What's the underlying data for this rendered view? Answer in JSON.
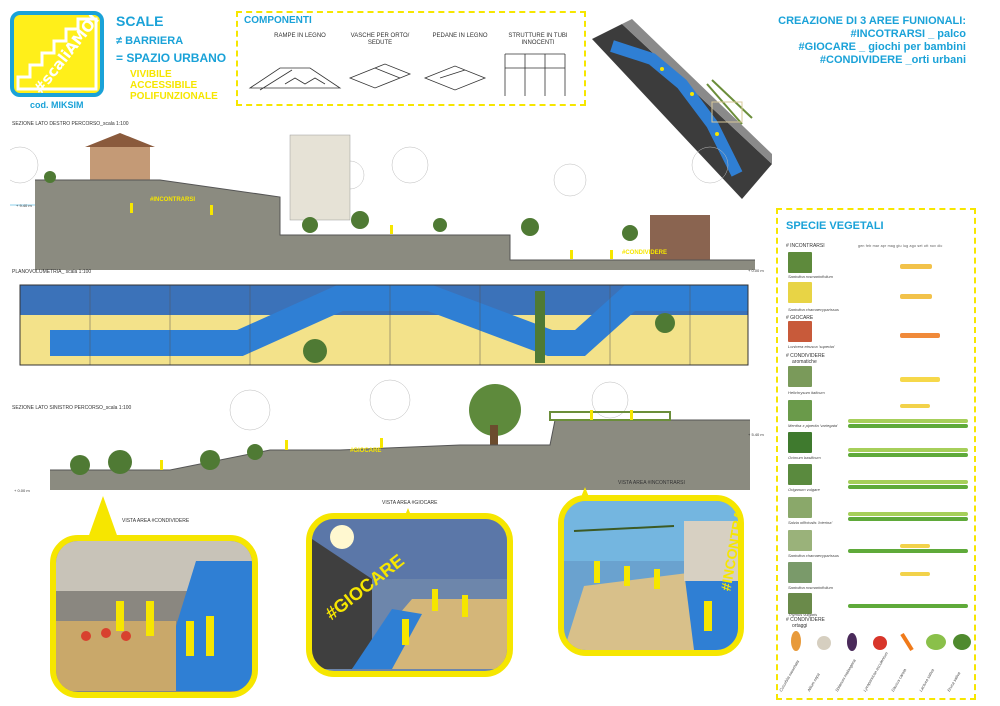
{
  "logo": {
    "text": "#scaliAMO!",
    "code": "cod. MIKSIM"
  },
  "header": {
    "scale": "SCALE",
    "barriera": "≠ BARRIERA",
    "spazio": "= SPAZIO URBANO",
    "adjectives": [
      "VIVIBILE",
      "ACCESSIBILE",
      "POLIFUNZIONALE"
    ]
  },
  "componenti": {
    "title": "COMPONENTI",
    "items": [
      "RAMPE IN LEGNO",
      "VASCHE PER ORTO/ SEDUTE",
      "PEDANE IN LEGNO",
      "STRUTTURE IN TUBI INNOCENTI"
    ]
  },
  "aree": {
    "title": "CREAZIONE DI 3 AREE FUNIONALI:",
    "lines": [
      "#INCOTRARSI _ palco",
      "#GIOCARE _ giochi per bambini",
      "#CONDIVIDERE _orti urbani"
    ]
  },
  "drawings": {
    "section_right": "SEZIONE LATO DESTRO PERCORSO_scala 1:100",
    "plan": "PLANOVOLUMETRIA_ scala 1:100",
    "section_left": "SEZIONE LATO SINISTRO PERCORSO_scala 1:100",
    "tag_incontrarsi": "#INCONTRARSI",
    "tag_giocare": "#GIOCARE",
    "tag_condividere": "#CONDIVIDERE",
    "elev_a": "+ 9.40 m",
    "elev_b": "+ 0.00 m",
    "elev_c": "+ 5.40 m"
  },
  "views": {
    "condividere": "VISTA AREA #CONDIVIDERE",
    "giocare": "VISTA AREA #GIOCARE",
    "incontrarsi": "VISTA AREA #INCONTRARSI",
    "wall_giocare": "#GIOCARE",
    "wall_incontrarsi": "#INCONTRARSI"
  },
  "species": {
    "title": "SPECIE VEGETALI",
    "months": "gen feb mar apr mag giu lug ago set ott nov dic",
    "groups": {
      "incontrarsi": "# INCONTRARSI",
      "giocare": "# GIOCARE",
      "condividere_arom": "# CONDIVIDERE",
      "aromatiche": "aromatiche",
      "condividere_ort": "# CONDIVIDERE",
      "ortaggi": "ortaggi"
    },
    "plants": [
      "Santolina rosmarinifolium",
      "Santolina chamaecyparissus",
      "Lonicera etrusca 'superba'",
      "Helichrysum italicum",
      "Mentha x piperita 'variegata'",
      "Ocimum basilicum",
      "Origanum vulgare",
      "Salvia officinalis 'Icterina'",
      "Santolina chamaecyparissus",
      "Santolina rosmarinifolium",
      "Thymus vulgaris"
    ],
    "vegetables": [
      "Cucurbita moschata",
      "Allium cepa",
      "Solanum melongena",
      "Lycopersicon esculentum",
      "Daucus carota",
      "Lactuca sativa",
      "Eruca sativa"
    ]
  },
  "colors": {
    "accent": "#1aa2d8",
    "highlight": "#f6e600",
    "path": "#2f7fd4"
  }
}
